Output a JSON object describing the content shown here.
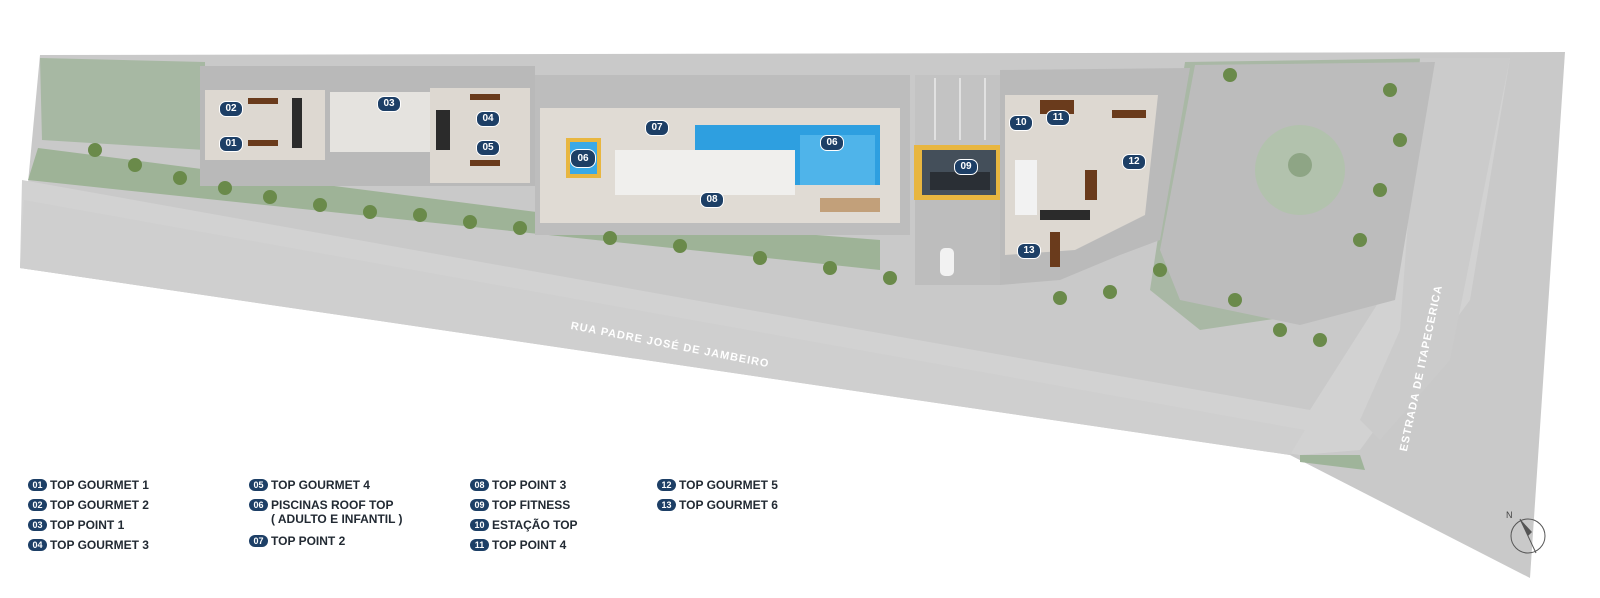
{
  "streets": {
    "main": "RUA PADRE JOSÉ DE JAMBEIRO",
    "side": "ESTRADA DE ITAPECERICA"
  },
  "markers": [
    "01",
    "02",
    "03",
    "04",
    "05",
    "06",
    "06",
    "07",
    "08",
    "09",
    "10",
    "11",
    "12",
    "13"
  ],
  "legend": {
    "col1": [
      {
        "num": "01",
        "label": "TOP GOURMET 1"
      },
      {
        "num": "02",
        "label": "TOP GOURMET 2"
      },
      {
        "num": "03",
        "label": "TOP POINT 1"
      },
      {
        "num": "04",
        "label": "TOP GOURMET 3"
      }
    ],
    "col2": [
      {
        "num": "05",
        "label": "TOP GOURMET 4"
      },
      {
        "num": "06",
        "label": "PISCINAS ROOF TOP\n( ADULTO E INFANTIL )"
      },
      {
        "num": "07",
        "label": "TOP POINT 2"
      }
    ],
    "col3": [
      {
        "num": "08",
        "label": "TOP POINT 3"
      },
      {
        "num": "09",
        "label": "TOP FITNESS"
      },
      {
        "num": "10",
        "label": "ESTAÇÃO TOP"
      },
      {
        "num": "11",
        "label": "TOP POINT 4"
      }
    ],
    "col4": [
      {
        "num": "12",
        "label": "TOP GOURMET 5"
      },
      {
        "num": "13",
        "label": "TOP GOURMET 6"
      }
    ]
  },
  "compass": {
    "label": "N"
  },
  "colors": {
    "road": "#d4d4d4",
    "roadEdge": "#bdbdbd",
    "grass": "#9fb49a",
    "building": "#c8c8c8",
    "floor": "#ded9d2",
    "pool": "#2e9fe0",
    "fitness": "#e8b640",
    "badge": "#1d3f66"
  }
}
